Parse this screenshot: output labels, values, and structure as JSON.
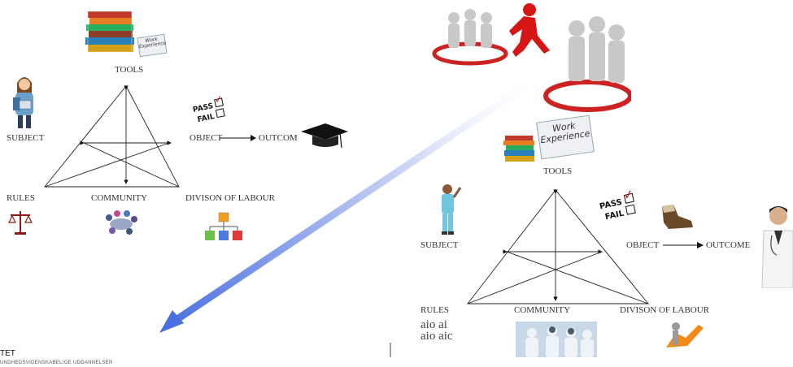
{
  "left": {
    "tools": "TOOLS",
    "subject": "SUBJECT",
    "object": "OBJECT",
    "outcome": "OUTCOM",
    "rules": "RULES",
    "community": "COMMUNITY",
    "division": "DIVISON OF LABOUR",
    "work_card_line1": "Work",
    "work_card_line2": "Experience",
    "pass": "PASS",
    "fail": "FAIL"
  },
  "right": {
    "tools": "TOOLS",
    "subject": "SUBJECT",
    "object": "OBJECT",
    "outcome": "OUTCOME",
    "rules": "RULES",
    "community": "COMMUNITY",
    "division": "DIVISON OF LABOUR",
    "work_card_line1": "Work",
    "work_card_line2": "Experience",
    "pass": "PASS",
    "fail": "FAIL",
    "aio_line1": "aio ai",
    "aio_line2": "aio aic"
  },
  "footer": {
    "line1": "TET",
    "line2": "UNDHEDSVIDENSKABELIGE UDDANNELSER"
  },
  "colors": {
    "arrow": "#5577dd",
    "ring": "#cc2222",
    "runner": "#cc1111",
    "check": "#dd1111"
  }
}
